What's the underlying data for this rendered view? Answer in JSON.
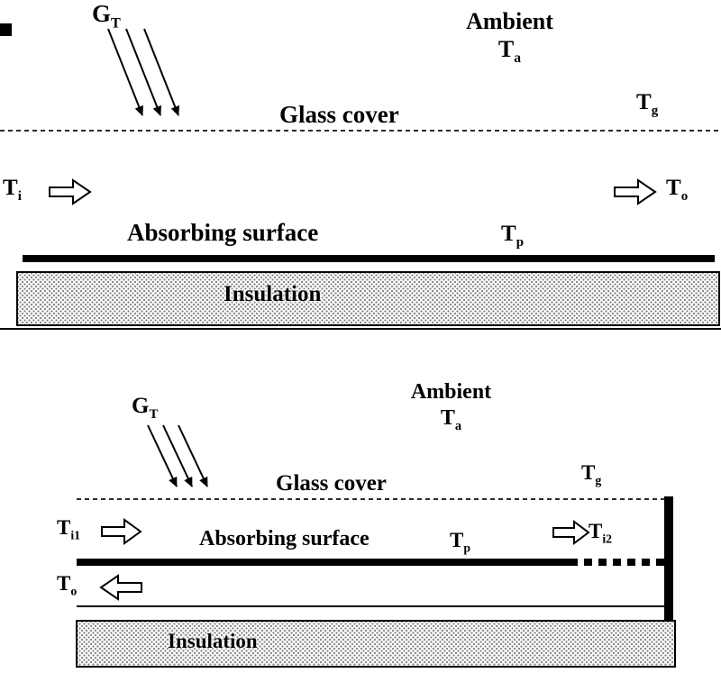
{
  "colors": {
    "background": "#ffffff",
    "ink": "#000000",
    "insulation_stipple": "#7d7d7d"
  },
  "icons": {
    "radiation_arrows": "three-diagonal-arrows-down",
    "flow_arrow_right": "hollow-block-arrow-right",
    "flow_arrow_left": "hollow-block-arrow-left"
  },
  "labels": {
    "top": {
      "gt": {
        "base": "G",
        "sub": "T"
      },
      "ambient": "Ambient",
      "ta": {
        "base": "T",
        "sub": "a"
      },
      "glass_cover": "Glass cover",
      "tg": {
        "base": "T",
        "sub": "g"
      },
      "ti": {
        "base": "T",
        "sub": "i"
      },
      "to": {
        "base": "T",
        "sub": "o"
      },
      "absorbing_surface": "Absorbing surface",
      "tp": {
        "base": "T",
        "sub": "p"
      },
      "insulation": "Insulation"
    },
    "bottom": {
      "gt": {
        "base": "G",
        "sub": "T"
      },
      "ambient": "Ambient",
      "ta": {
        "base": "T",
        "sub": "a"
      },
      "glass_cover": "Glass cover",
      "tg": {
        "base": "T",
        "sub": "g"
      },
      "ti1": {
        "base": "T",
        "sub": "i1"
      },
      "ti2": {
        "base": "T",
        "sub": "i2"
      },
      "to": {
        "base": "T",
        "sub": "o"
      },
      "absorbing_surface": "Absorbing surface",
      "tp": {
        "base": "T",
        "sub": "p"
      },
      "insulation": "Insulation"
    }
  }
}
